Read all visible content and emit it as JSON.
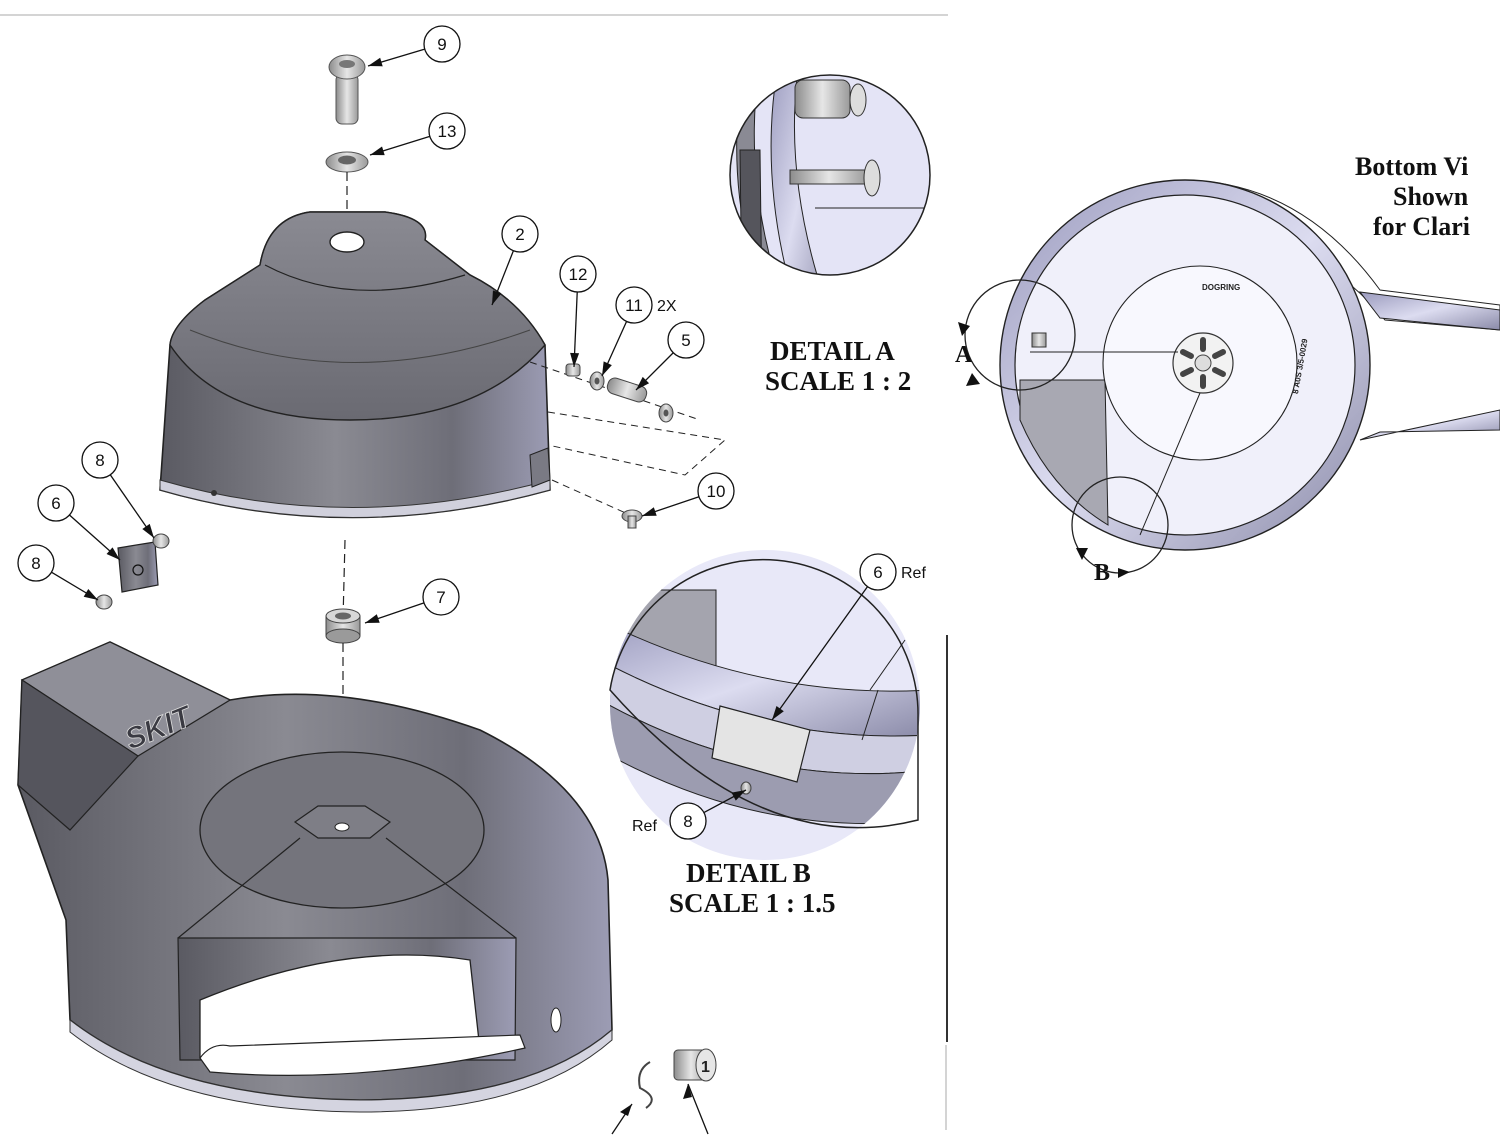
{
  "drawing": {
    "callouts": [
      "9",
      "13",
      "2",
      "12",
      "11",
      "5",
      "10",
      "8",
      "6",
      "8",
      "7",
      "6",
      "8"
    ],
    "quantity_note": "2X",
    "ref_label": "Ref",
    "logo_text": "SKIT",
    "knob_number": "1",
    "detail_a": {
      "title": "DETAIL A",
      "scale": "SCALE 1 : 2"
    },
    "detail_b": {
      "title": "DETAIL B",
      "scale": "SCALE 1 : 1.5"
    },
    "bottom_view": {
      "line1": "Bottom Vi",
      "line2": "Shown",
      "line3": "for Clari"
    },
    "section_markers": {
      "a": "A",
      "b": "B"
    },
    "part_marking_1": "DOGRING",
    "part_marking_2": "8 A0S 3/5-0029"
  }
}
